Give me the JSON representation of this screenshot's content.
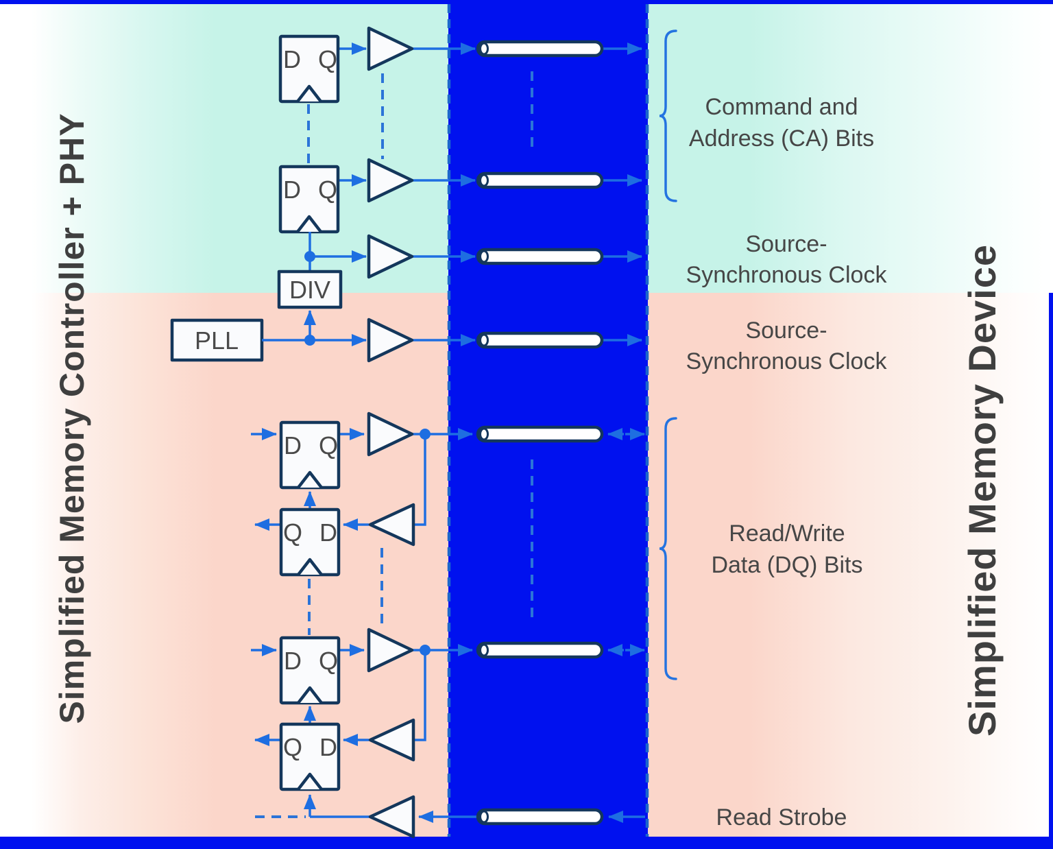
{
  "titles": {
    "controller": "Simplified Memory Controller + PHY",
    "device": "Simplified Memory Device"
  },
  "channel_labels": {
    "ca": {
      "line1": "Command and",
      "line2": "Address (CA) Bits"
    },
    "clock_ca": {
      "line1": "Source-",
      "line2": "Synchronous Clock"
    },
    "clock_dq": {
      "line1": "Source-",
      "line2": "Synchronous Clock"
    },
    "dq": {
      "line1": "Read/Write",
      "line2": "Data (DQ) Bits"
    },
    "read_strobe": "Read Strobe"
  },
  "components": {
    "pll": "PLL",
    "div": "DIV",
    "flipflop": {
      "data_in": "D",
      "data_out": "Q"
    }
  },
  "colors": {
    "channel_blue": "#0011ef",
    "wire_blue": "#1e6ee1",
    "edge_dash_blue": "#1b66cc",
    "component_outline_navy": "#14375c",
    "controller_ca_teal": "#c6f3e8",
    "controller_dq_pink": "#fbd6ca",
    "label_text": "#464646",
    "title_text": "#3f3f3f"
  }
}
